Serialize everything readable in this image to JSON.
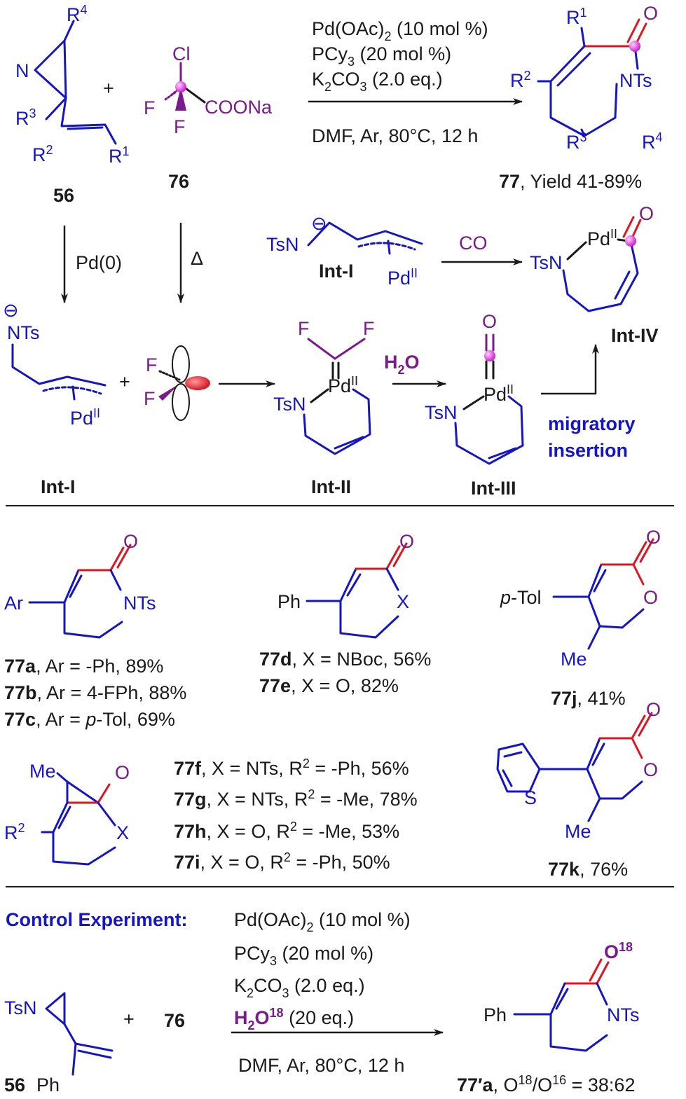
{
  "colors": {
    "ink": "#1a1a1a",
    "blue": "#1515c8",
    "purple": "#7a1a8c",
    "red": "#e0141e",
    "magenta": "#e040e0"
  },
  "top": {
    "aziridine": {
      "N": "N",
      "R4": "R",
      "R4n": "4",
      "R3": "R",
      "R3n": "3",
      "R2": "R",
      "R2n": "2",
      "R1": "R",
      "R1n": "1",
      "id": "56"
    },
    "plus": "+",
    "reagent": {
      "Cl": "Cl",
      "F1": "F",
      "F2": "F",
      "COONa": "COONa",
      "id": "76"
    },
    "conditions": {
      "l1a": "Pd(OAc)",
      "l1s": "2",
      "l1b": " (10 mol %)",
      "l2a": "PCy",
      "l2s": "3",
      "l2b": " (20 mol %)",
      "l3a": "K",
      "l3s": "2",
      "l3b": "CO",
      "l3s2": "3",
      "l3c": " (2.0 eq.)",
      "l4": "DMF, Ar,  80°C, 12 h"
    },
    "product": {
      "O": "O",
      "NTs": "NTs",
      "R1": "R",
      "R1n": "1",
      "R2": "R",
      "R2n": "2",
      "R3": "R",
      "R3n": "3",
      "R4": "R",
      "R4n": "4",
      "id": "77",
      "yield": ", Yield 41-89%"
    }
  },
  "mechanism": {
    "pd0": "Pd(0)",
    "delta": "Δ",
    "co": "CO",
    "h2o_a": "H",
    "h2o_s": "2",
    "h2o_b": "O",
    "minus": "⊖",
    "NTs": "NTs",
    "TsN": "TsN",
    "PdII": "Pd",
    "II": "II",
    "F": "F",
    "O": "O",
    "intI": "Int-I",
    "intII": "Int-II",
    "intIII": "Int-III",
    "intIV": "Int-IV",
    "migratory": "migratory",
    "insertion": "insertion"
  },
  "scope": {
    "ar": "Ar",
    "ph": "Ph",
    "ptol": "p",
    "ptol_rest": "-Tol",
    "me": "Me",
    "x": "X",
    "o": "O",
    "nts": "NTs",
    "S": "S",
    "r2": "R",
    "r2n": "2",
    "a": {
      "id": "77a",
      "txt": ", Ar = -Ph, 89%"
    },
    "b": {
      "id": "77b",
      "txt": ", Ar = 4-FPh, 88%"
    },
    "c": {
      "id": "77c",
      "t1": ", Ar = ",
      "ital": "p",
      "t2": "-Tol, 69%"
    },
    "d": {
      "id": "77d",
      "txt": ", X = NBoc, 56%"
    },
    "e": {
      "id": "77e",
      "txt": ", X = O, 82%"
    },
    "f": {
      "id": "77f",
      "t1": ", X = NTs, R",
      "sup": "2",
      "t2": " = -Ph, 56%"
    },
    "g": {
      "id": "77g",
      "t1": ", X = NTs, R",
      "sup": "2",
      "t2": " = -Me, 78%"
    },
    "h": {
      "id": "77h",
      "t1": ", X = O, R",
      "sup": "2",
      "t2": " = -Me, 53%"
    },
    "i": {
      "id": "77i",
      "t1": ", X = O, R",
      "sup": "2",
      "t2": " = -Ph, 50%"
    },
    "j": {
      "id": "77j",
      "txt": ", 41%"
    },
    "k": {
      "id": "77k",
      "txt": ", 76%"
    }
  },
  "control": {
    "title": "Control Experiment:",
    "l1a": "Pd(OAc)",
    "l1s": "2",
    "l1b": " (10 mol %)",
    "l2a": "PCy",
    "l2s": "3",
    "l2b": " (20 mol %)",
    "l3a": "K",
    "l3s": "2",
    "l3b": "CO",
    "l3s2": "3",
    "l3c": " (2.0 eq.)",
    "l4a": "H",
    "l4s": "2",
    "l4b": "O",
    "l4sup": "18",
    "l4c": " (20 eq.)",
    "l5": "DMF, Ar,  80°C, 12 h",
    "tsn": "TsN",
    "ph": "Ph",
    "id56": "56",
    "plus": "+",
    "id76": "76",
    "o18": "O",
    "o18sup": "18",
    "ph2": "Ph",
    "nts": "NTs",
    "prod_id": "77′a",
    "ratio_a": ", O",
    "ratio_sup1": "18",
    "ratio_b": "/O",
    "ratio_sup2": "16",
    "ratio_c": " = 38:62"
  }
}
